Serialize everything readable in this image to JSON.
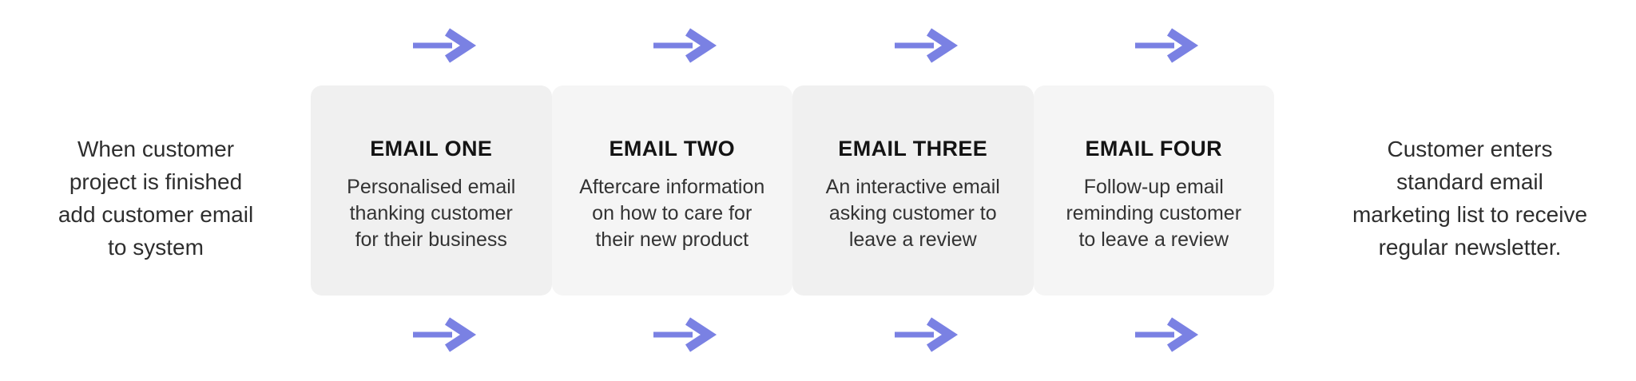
{
  "colors": {
    "background": "#ffffff",
    "accent_arrow": "#7a81e3",
    "card_bg_odd": "#f0f0f0",
    "card_bg_even": "#f5f5f5",
    "title_text": "#141414",
    "body_text": "#333333",
    "note_text": "#2e2e2e"
  },
  "left_note": {
    "text": "When customer\nproject is finished\nadd customer email\nto system"
  },
  "right_note": {
    "text": "Customer enters\nstandard email\nmarketing list to receive\nregular newsletter."
  },
  "cards": [
    {
      "title": "EMAIL ONE",
      "description": "Personalised email\nthanking customer\nfor their business"
    },
    {
      "title": "EMAIL TWO",
      "description": "Aftercare information\non how to care for\ntheir new product"
    },
    {
      "title": "EMAIL THREE",
      "description": "An interactive email\nasking customer to\nleave a review"
    },
    {
      "title": "EMAIL FOUR",
      "description": "Follow-up email\nreminding customer\nto leave a review"
    }
  ],
  "icons": {
    "flow_arrow": "arrow-right"
  }
}
